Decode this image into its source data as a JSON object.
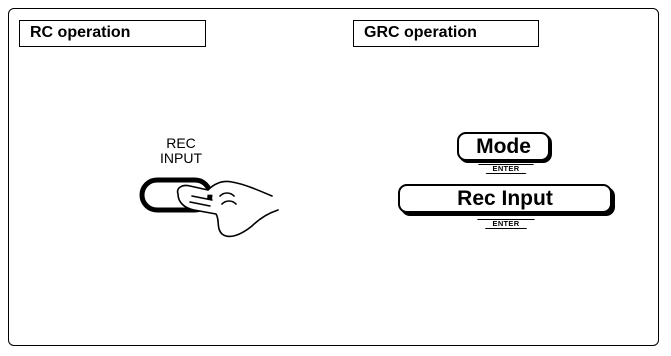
{
  "rc_section": {
    "title": "RC operation",
    "button_label_line1": "REC",
    "button_label_line2": "INPUT"
  },
  "grc_section": {
    "title": "GRC operation",
    "mode_key": "Mode",
    "rec_input_key": "Rec Input",
    "enter_tag_1": "ENTER",
    "enter_tag_2": "ENTER"
  },
  "icons": {
    "remote_button": "rounded-button-icon",
    "pressing_finger": "hand-pressing-icon"
  },
  "colors": {
    "line": "#000000",
    "background": "#ffffff"
  }
}
